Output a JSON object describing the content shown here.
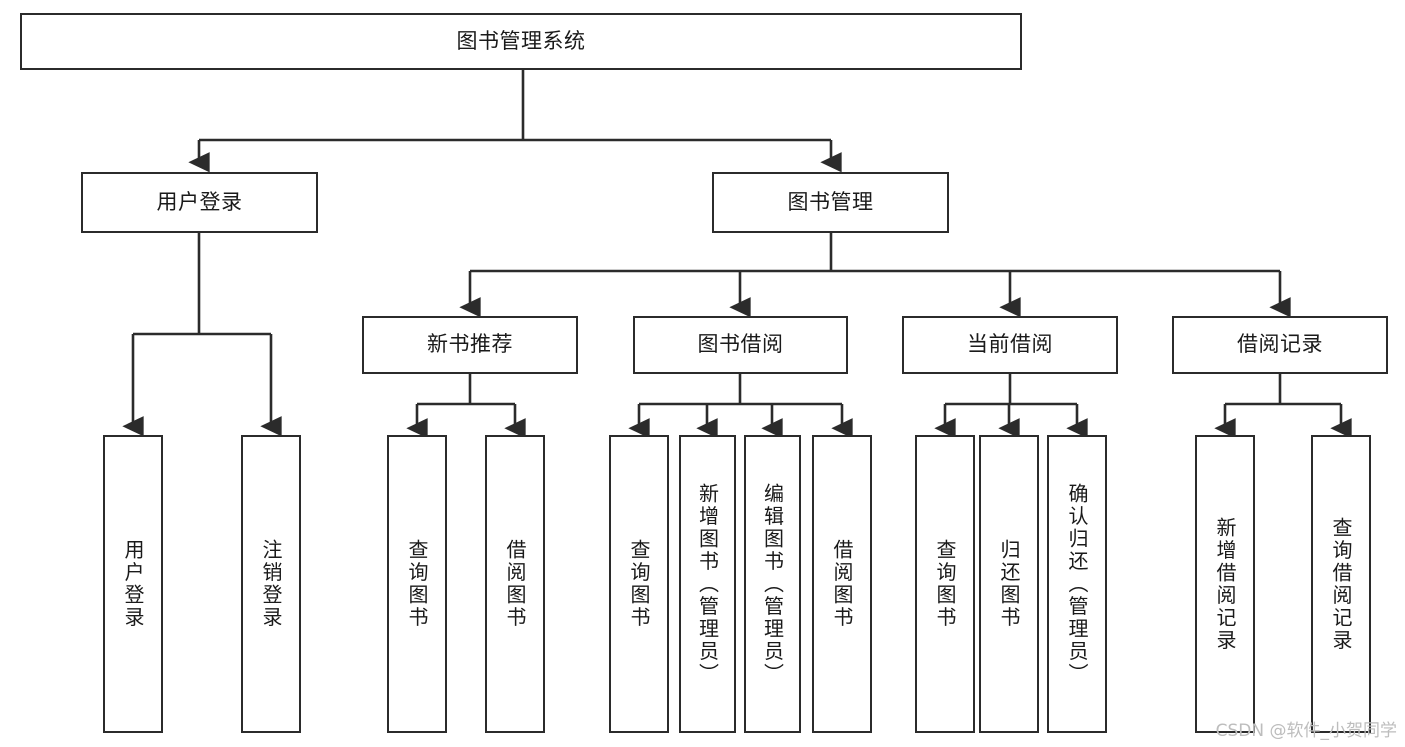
{
  "diagram": {
    "type": "tree",
    "title": "图书管理系统",
    "colors": {
      "background": "#ffffff",
      "box_fill": "#ffffff",
      "box_border": "#2b2b2b",
      "connector": "#2b2b2b",
      "text": "#1a1a1a",
      "watermark": "#bdbdbd"
    },
    "root": {
      "label": "图书管理系统"
    },
    "level2": [
      {
        "label": "用户登录"
      },
      {
        "label": "图书管理"
      }
    ],
    "level3": [
      {
        "label": "新书推荐"
      },
      {
        "label": "图书借阅"
      },
      {
        "label": "当前借阅"
      },
      {
        "label": "借阅记录"
      }
    ],
    "leaves": {
      "user_login": [
        {
          "label": "用户登录"
        },
        {
          "label": "注销登录"
        }
      ],
      "new_book_recommend": [
        {
          "label": "查询图书"
        },
        {
          "label": "借阅图书"
        }
      ],
      "book_borrow": [
        {
          "label": "查询图书"
        },
        {
          "label": "新增图书（管理员）"
        },
        {
          "label": "编辑图书（管理员）"
        },
        {
          "label": "借阅图书"
        }
      ],
      "current_borrow": [
        {
          "label": "查询图书"
        },
        {
          "label": "归还图书"
        },
        {
          "label": "确认归还（管理员）"
        }
      ],
      "borrow_record": [
        {
          "label": "新增借阅记录"
        },
        {
          "label": "查询借阅记录"
        }
      ]
    },
    "watermark": "CSDN @软件_小贺同学"
  }
}
